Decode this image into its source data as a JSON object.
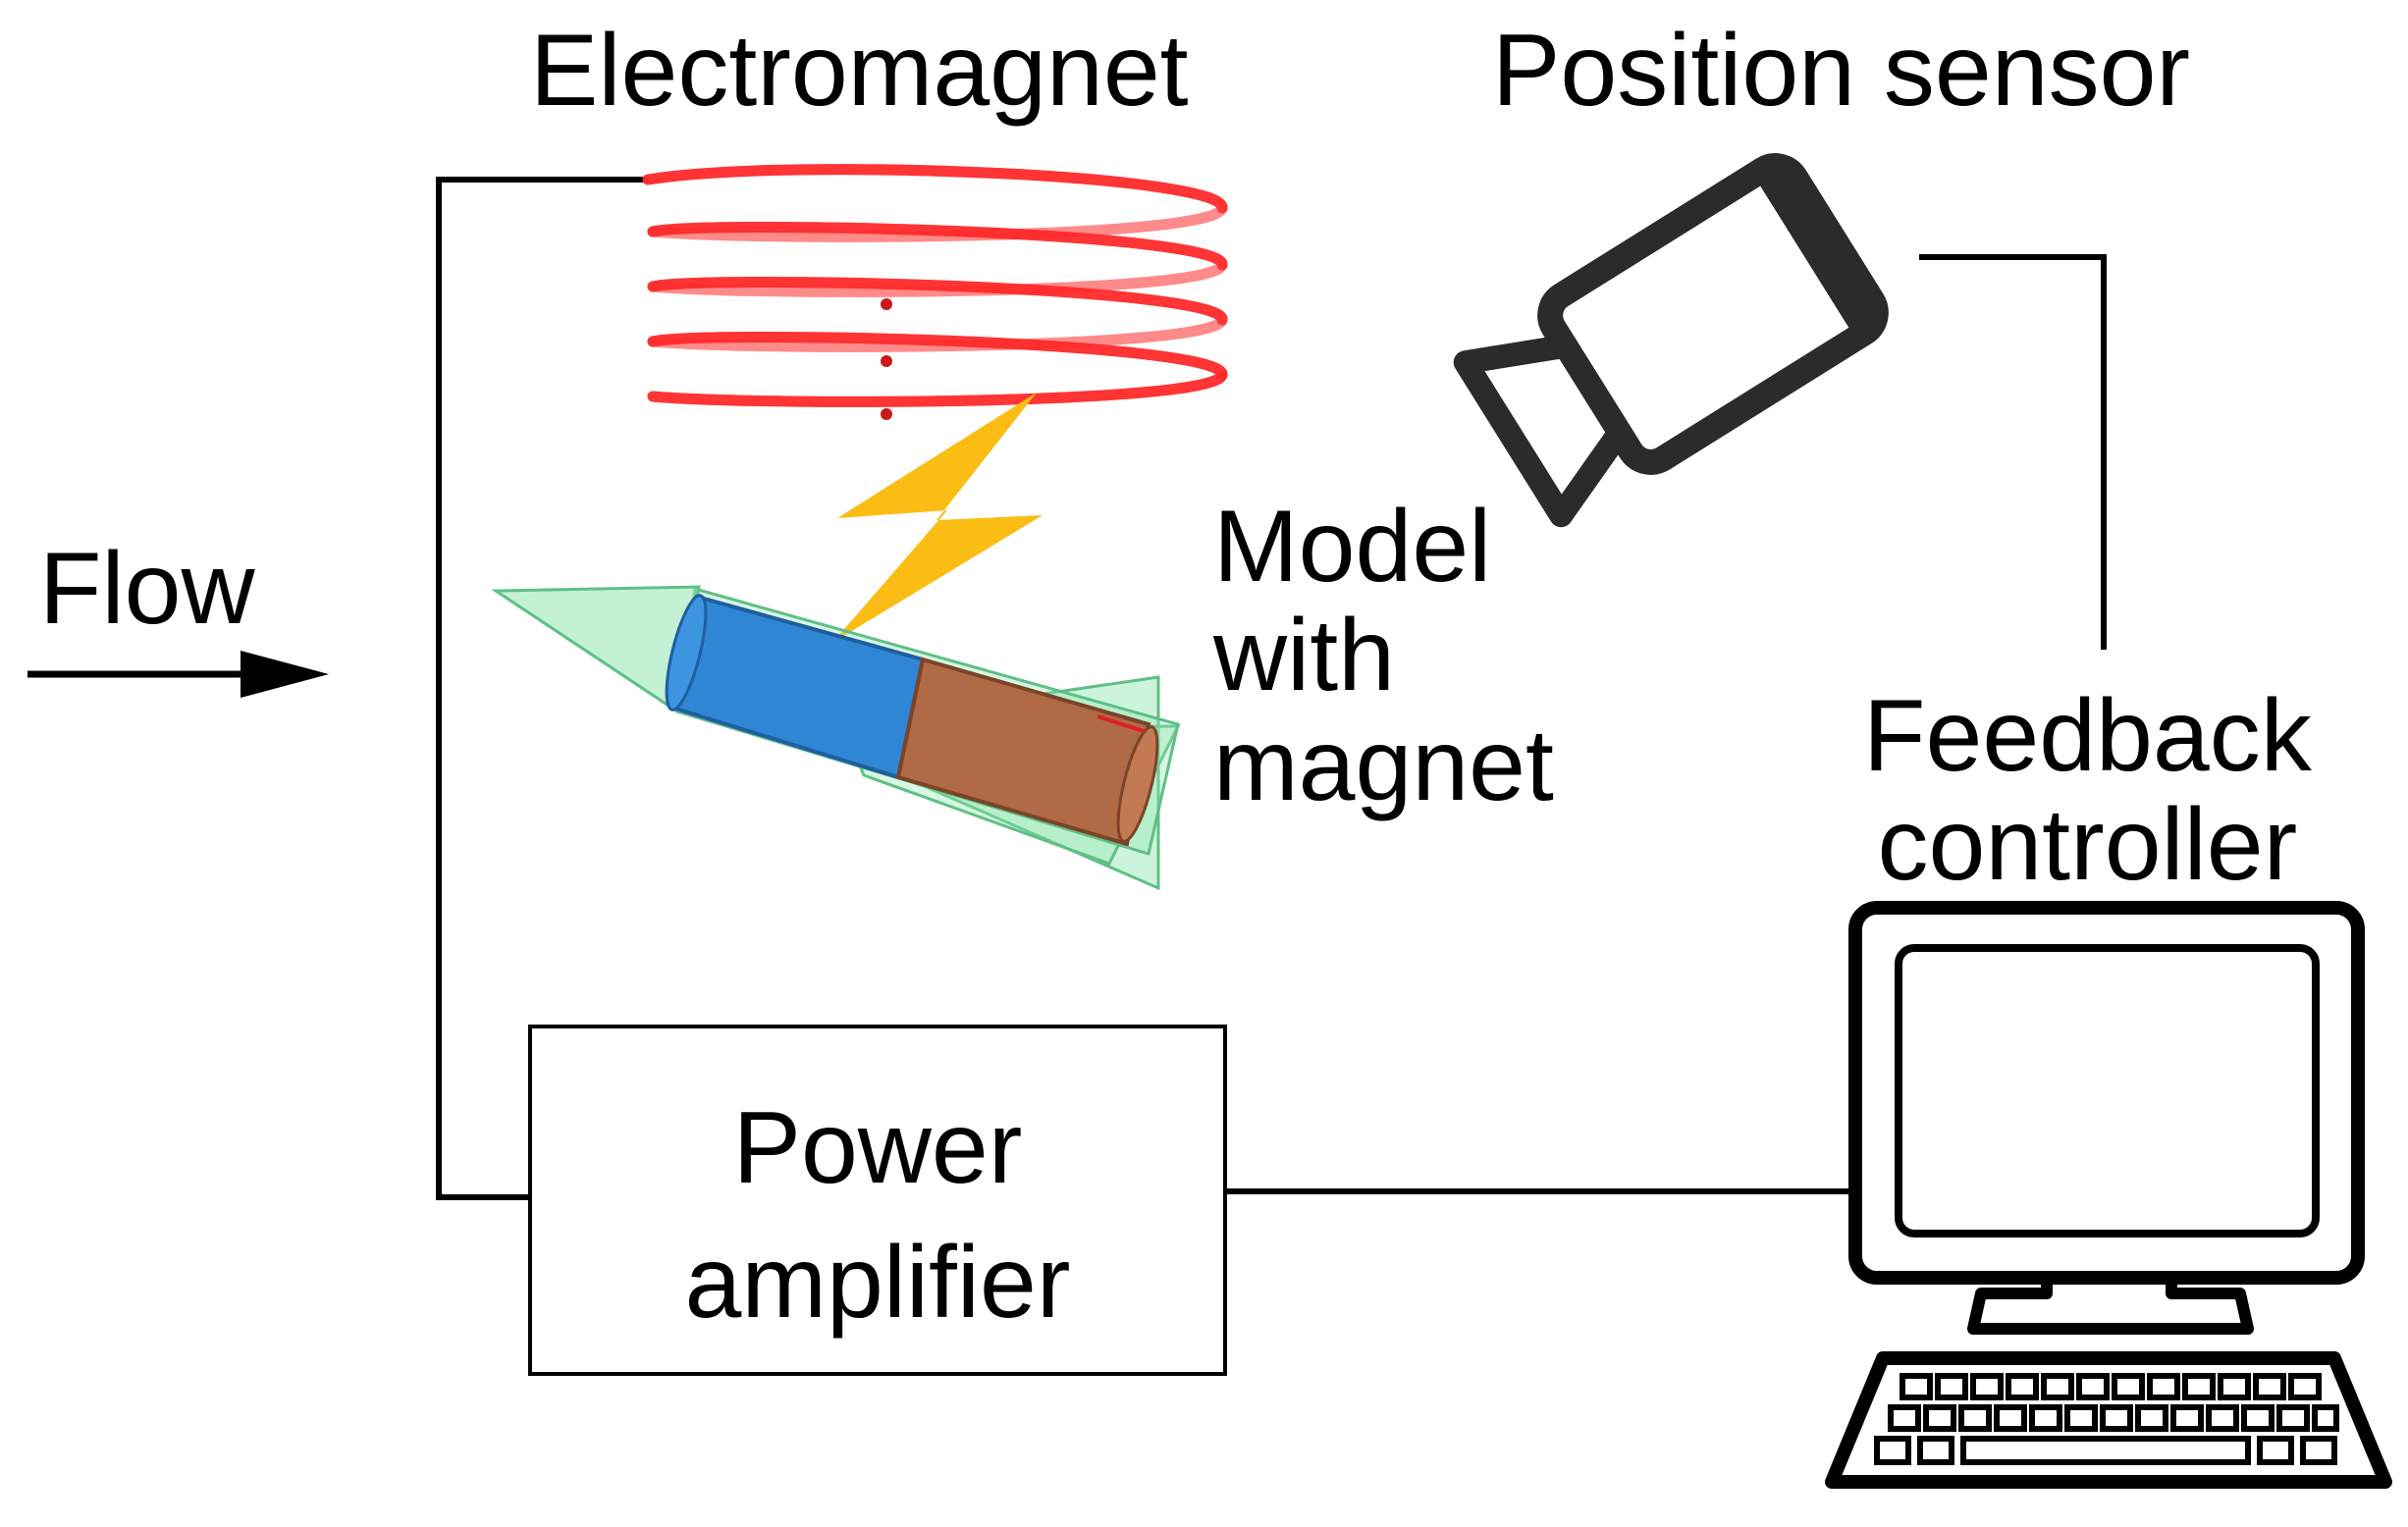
{
  "labels": {
    "electromagnet": "Electromagnet",
    "position_sensor": "Position sensor",
    "flow": "Flow",
    "model_with_magnet": [
      "Model",
      "with",
      "magnet"
    ],
    "feedback_controller": [
      "Feedback",
      "controller"
    ],
    "power_amplifier": [
      "Power",
      "amplifier"
    ]
  },
  "colors": {
    "coil": "#ff2a2a",
    "lightning": "#fbbd14",
    "model_nose": "#8fe6b0",
    "magnet_blue": "#2f86d4",
    "magnet_brown": "#b06a45",
    "wire": "#000000",
    "sensor_body": "#2b2b2b"
  },
  "icons": {
    "sensor": "camera-icon",
    "controller": "computer-icon",
    "lightning": "lightning-icon"
  }
}
